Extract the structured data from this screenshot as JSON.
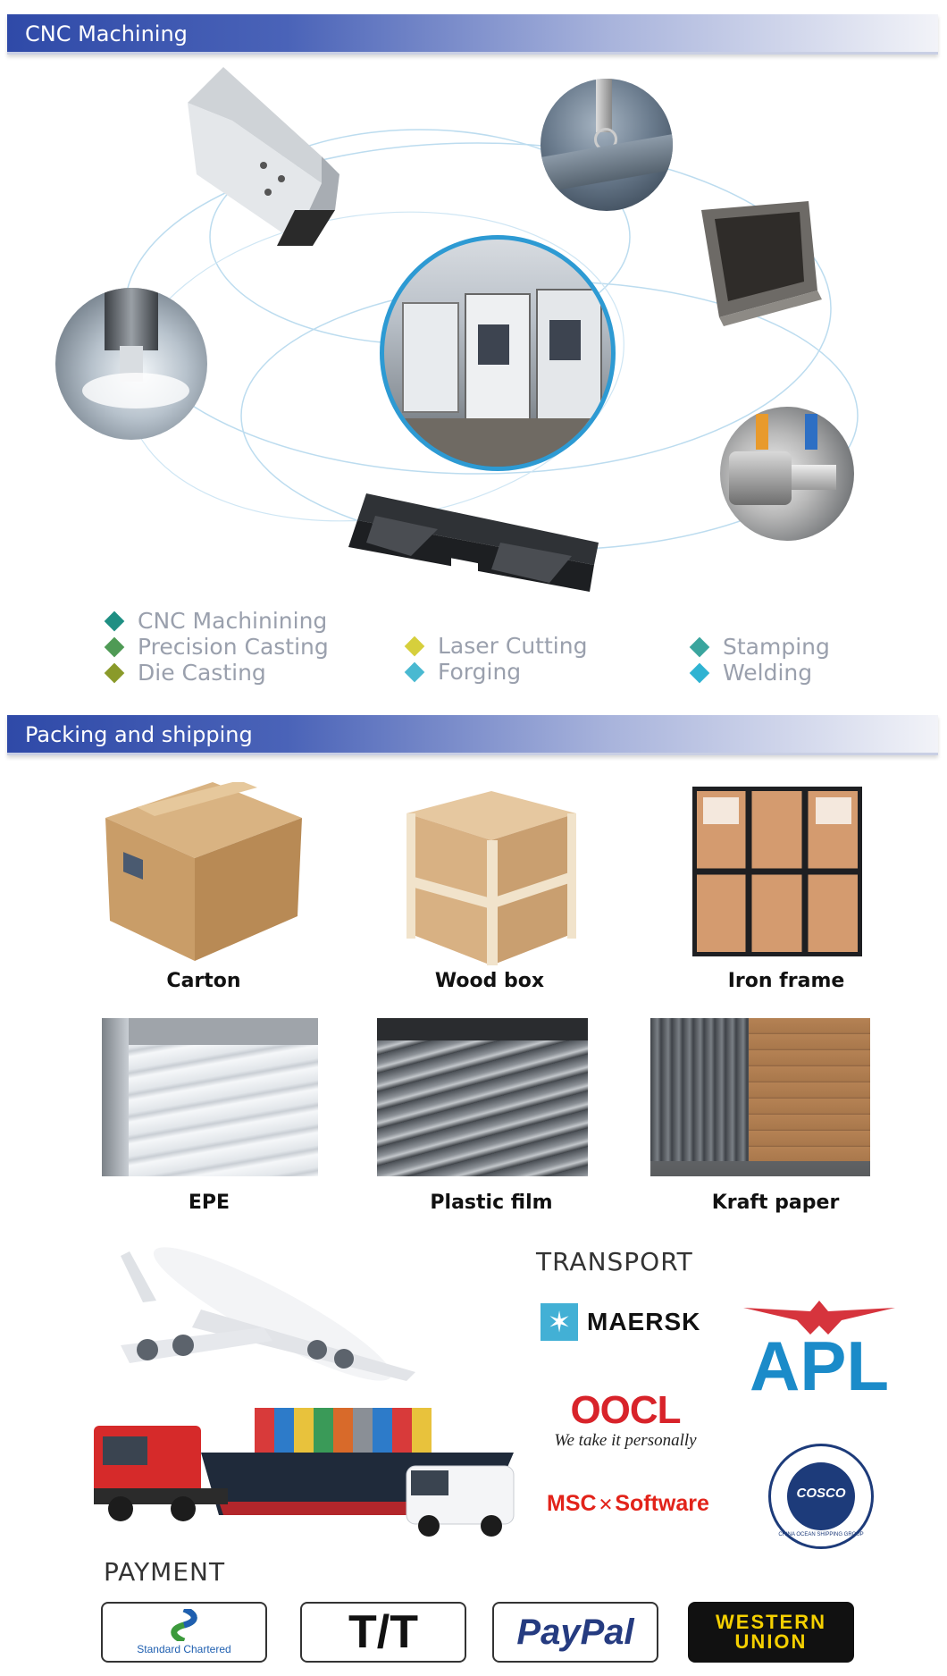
{
  "cnc_section": {
    "title": "CNC Machining",
    "legend": [
      {
        "label": "CNC Machinining",
        "color": "#1f8f83"
      },
      {
        "label": "Precision Casting",
        "color": "#4f9a55"
      },
      {
        "label": "Die Casting",
        "color": "#8a9a2a"
      },
      {
        "label": "Laser Cutting",
        "color": "#d6cf3c"
      },
      {
        "label": "Forging",
        "color": "#49b9d1"
      },
      {
        "label": "Stamping",
        "color": "#3aa59e"
      },
      {
        "label": "Welding",
        "color": "#2fb3d2"
      }
    ]
  },
  "packing_section": {
    "title": "Packing and shipping",
    "packages": [
      {
        "label": "Carton"
      },
      {
        "label": "Wood box"
      },
      {
        "label": "Iron frame"
      },
      {
        "label": "EPE"
      },
      {
        "label": "Plastic film"
      },
      {
        "label": "Kraft paper"
      }
    ]
  },
  "transport": {
    "heading": "TRANSPORT",
    "logos": {
      "maersk": "MAERSK",
      "apl": "APL",
      "oocl": "OOCL",
      "oocl_tagline": "We take it personally",
      "msc": "MSC",
      "msc_software": "Software",
      "cosco": "COSCO",
      "cosco_ring": "CHINA OCEAN SHIPPING GROUP"
    }
  },
  "payment": {
    "heading": "PAYMENT",
    "methods": {
      "standard_chartered": "Standard Chartered",
      "tt": "T/T",
      "paypal": "PayPal",
      "western_union_1": "WESTERN",
      "western_union_2": "UNION"
    }
  },
  "colors": {
    "bar_start": "#2f4aa8",
    "ring_blue": "#2d9ad3",
    "maersk_blue": "#42b0d5",
    "apl_blue": "#1b8bc9",
    "apl_red": "#d6343d",
    "oocl_red": "#d8232a",
    "msc_red": "#e2231a",
    "paypal_blue": "#253b80",
    "wu_yellow": "#f5d000"
  }
}
